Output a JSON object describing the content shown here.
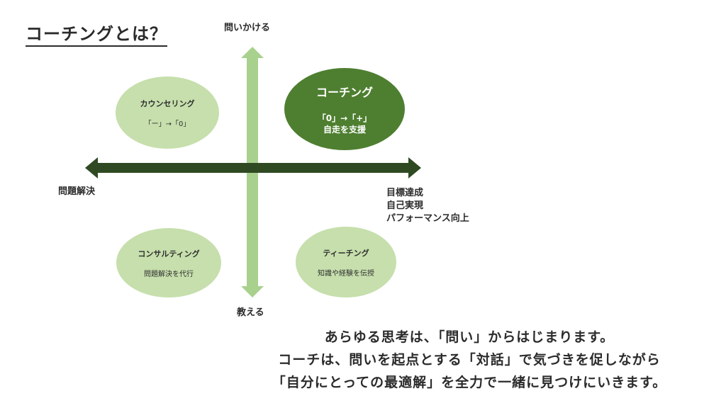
{
  "title": "コーチングとは？",
  "axes": {
    "top": "問いかける",
    "bottom": "教える",
    "left": "問題解決",
    "right": [
      "目標達成",
      "自己実現",
      "パフォーマンス向上"
    ]
  },
  "quadrants": {
    "top_left": {
      "name": "カウンセリング",
      "desc": "「ー」→「0」"
    },
    "top_right": {
      "name": "コーチング",
      "desc_line1": "「0」→「+」",
      "desc_line2": "自走を支援"
    },
    "bottom_left": {
      "name": "コンサルティング",
      "desc": "問題解決を代行"
    },
    "bottom_right": {
      "name": "ティーチング",
      "desc": "知識や経験を伝授"
    }
  },
  "message": [
    "あらゆる思考は、「問い」からはじまります。",
    "コーチは、問いを起点とする「対話」で気づきを促しながら",
    "「自分にとっての最適解」を全力で一緒に見つけにいきます。"
  ],
  "colors": {
    "dark_green": "#2f4a22",
    "medium_green": "#4e7f30",
    "light_green": "#c6dfac",
    "vertical_axis": "#a9d18e"
  }
}
